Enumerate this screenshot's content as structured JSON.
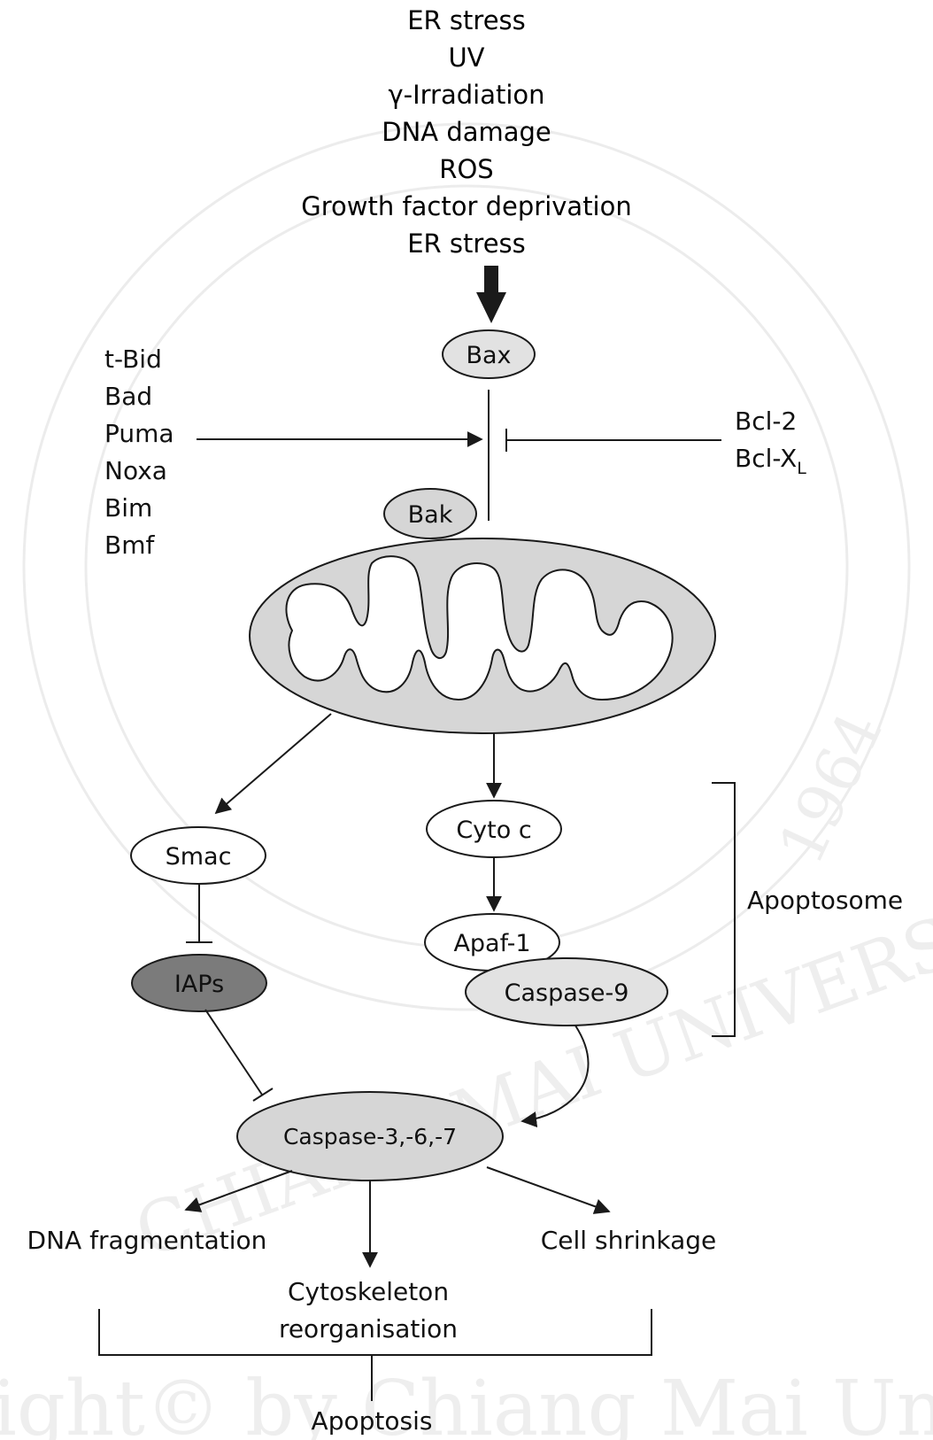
{
  "stimuli": [
    "ER stress",
    "UV",
    "γ-Irradiation",
    "DNA damage",
    "ROS",
    "Growth factor deprivation",
    "ER stress"
  ],
  "nodes": {
    "bax": "Bax",
    "bak": "Bak",
    "smac": "Smac",
    "iaps": "IAPs",
    "cyto_c": "Cyto c",
    "apaf1": "Apaf-1",
    "caspase9": "Caspase-9",
    "caspase367": "Caspase-3,-6,-7"
  },
  "pro_apoptotic": [
    "t-Bid",
    "Bad",
    "Puma",
    "Noxa",
    "Bim",
    "Bmf"
  ],
  "anti_apoptotic": {
    "bcl2": "Bcl-2",
    "bclxl_base": "Bcl-X",
    "bclxl_sub": "L"
  },
  "apoptosome_label": "Apoptosome",
  "outcomes": {
    "dna_fragmentation": "DNA fragmentation",
    "cell_shrinkage": "Cell shrinkage",
    "cytoskeleton_line1": "Cytoskeleton",
    "cytoskeleton_line2": "reorganisation"
  },
  "final": "Apoptosis",
  "watermark": {
    "university": "CHIANG MAI UNIVERSITY",
    "year": "1964",
    "copyright": "Copyright© by Chiang Mai University"
  },
  "colors": {
    "node_light": "#e2e2e2",
    "node_dark": "#7b7b7b",
    "node_white": "#ffffff",
    "mito_fill": "#d6d6d6",
    "stroke": "#1a1a1a"
  }
}
